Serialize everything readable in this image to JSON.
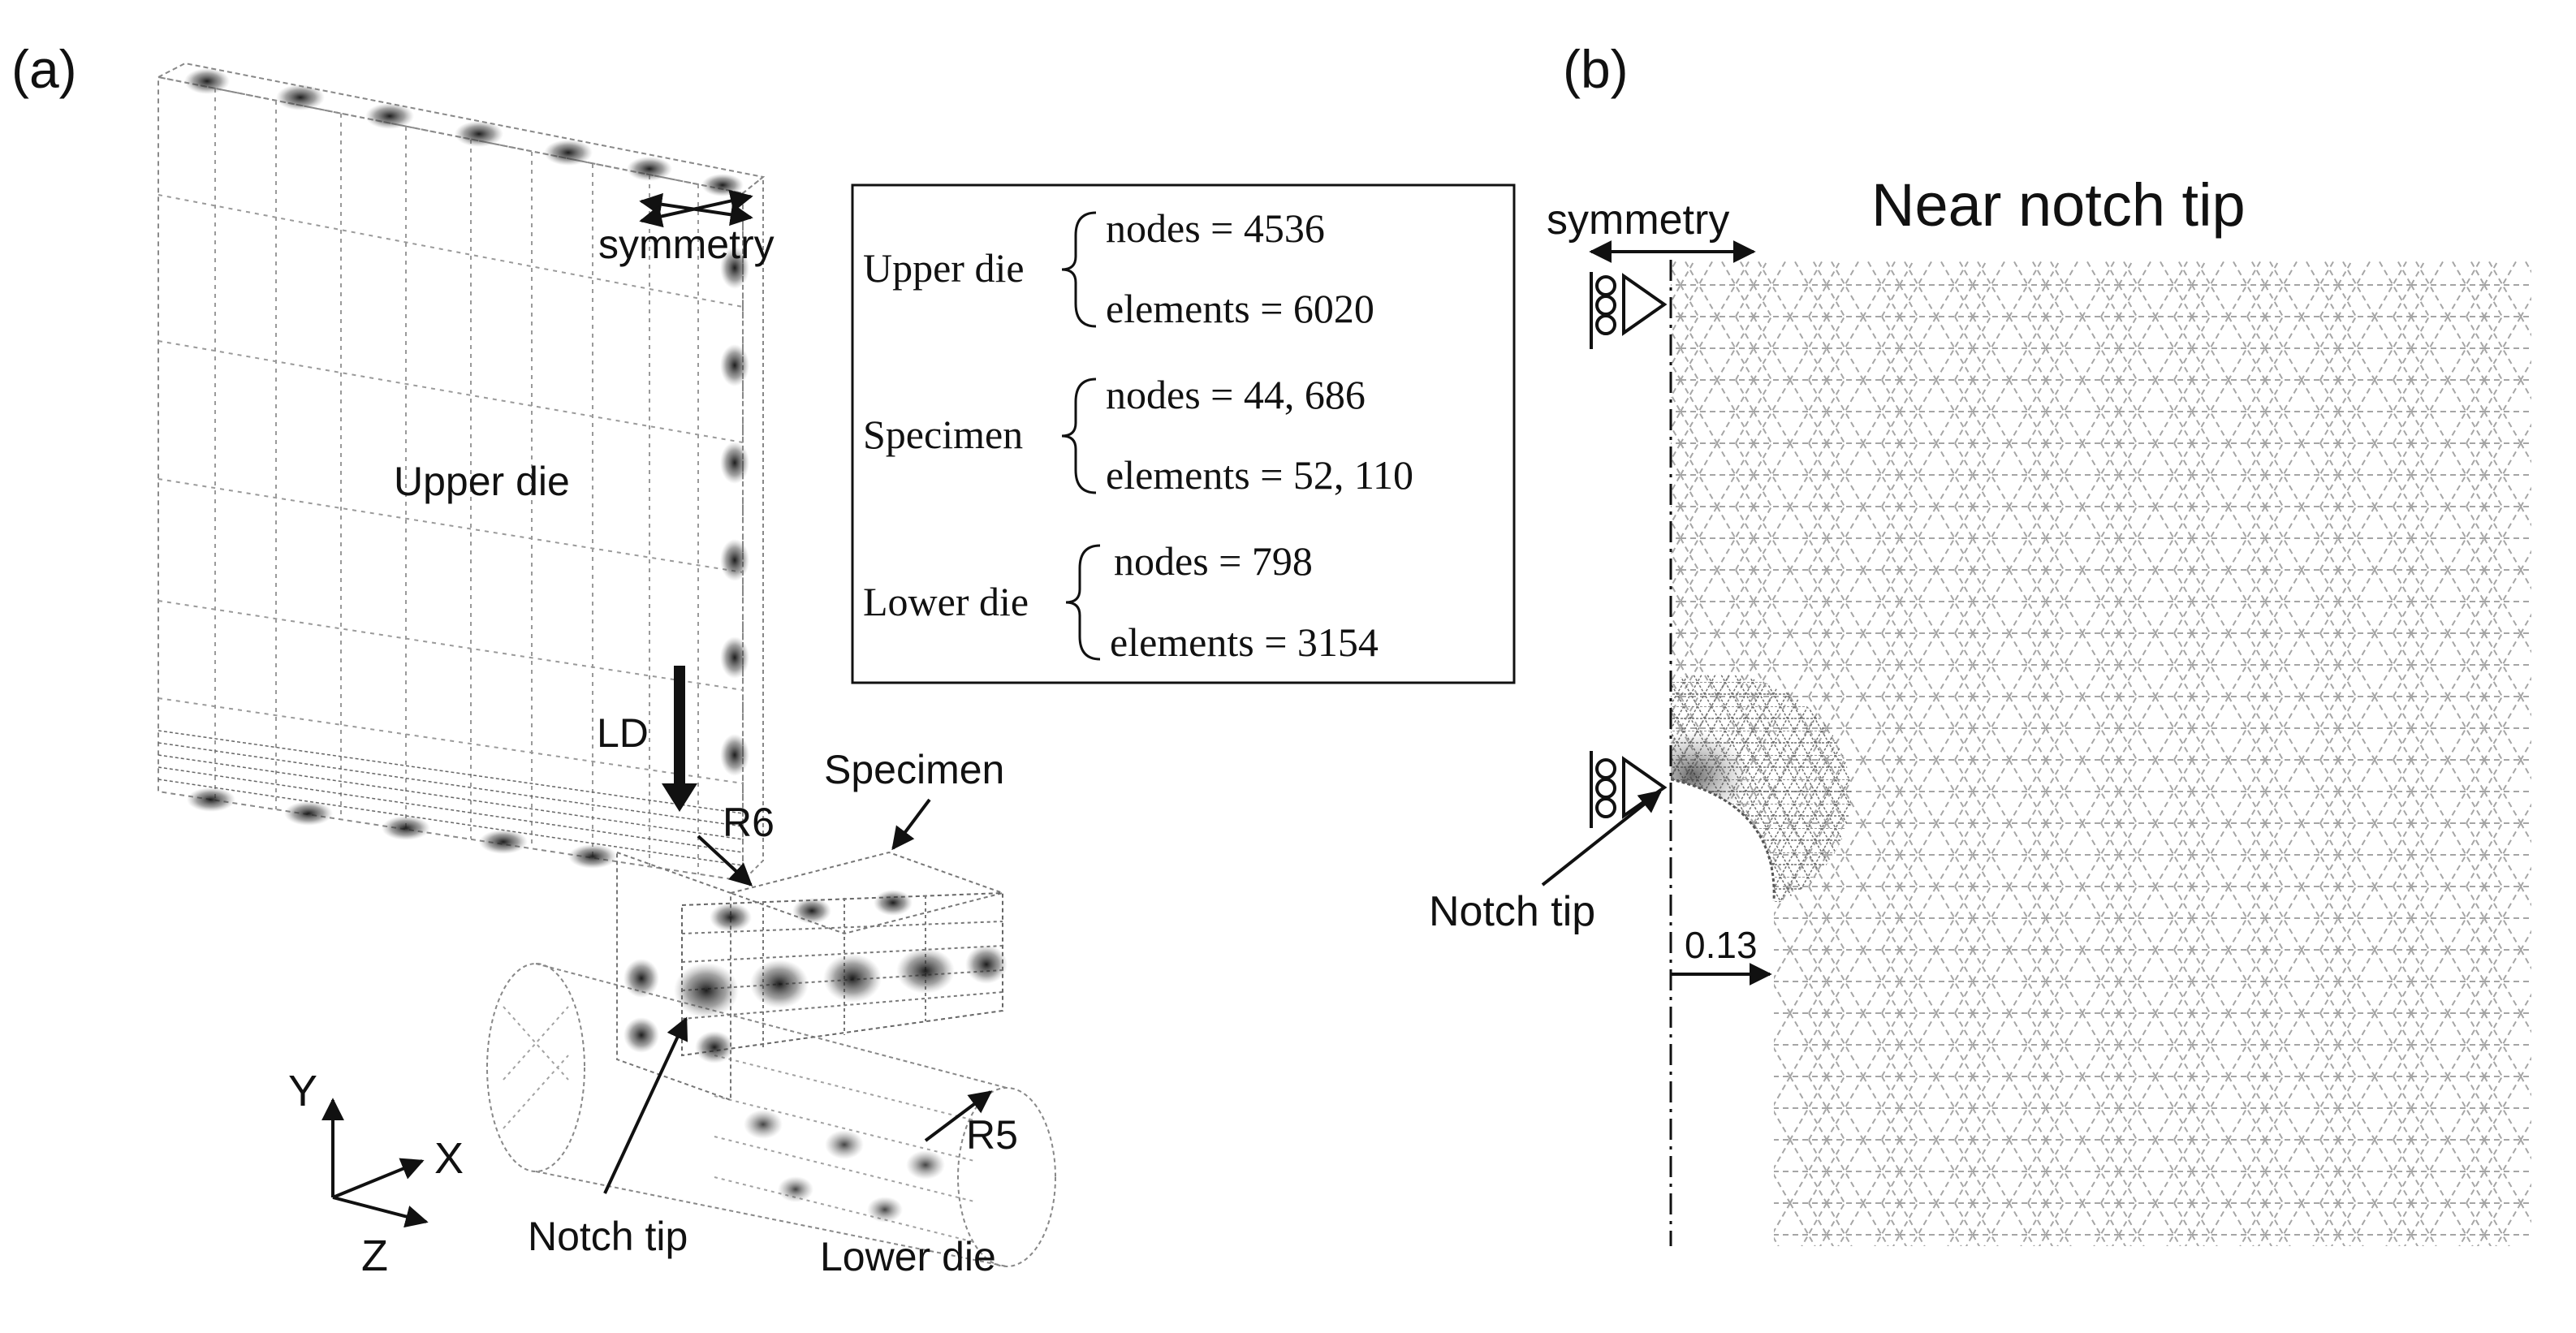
{
  "panels": {
    "a": {
      "tag": "(a)",
      "labels": {
        "symmetry": "symmetry",
        "upper_die": "Upper die",
        "ld": "LD",
        "specimen": "Specimen",
        "r6": "R6",
        "r5": "R5",
        "notch_tip": "Notch tip",
        "lower_die": "Lower die"
      },
      "axes": {
        "y": "Y",
        "x": "X",
        "z": "Z"
      },
      "mesh_table": [
        {
          "part": "Upper die",
          "nodes": "nodes = 4536",
          "elements": "elements = 6020"
        },
        {
          "part": "Specimen",
          "nodes": "nodes = 44, 686",
          "elements": "elements = 52, 110"
        },
        {
          "part": "Lower die",
          "nodes": "nodes = 798",
          "elements": "elements = 3154"
        }
      ]
    },
    "b": {
      "tag": "(b)",
      "title": "Near notch tip",
      "labels": {
        "symmetry": "symmetry",
        "notch_tip": "Notch tip",
        "dimension": "0.13"
      }
    }
  },
  "colors": {
    "ink": "#111111",
    "mesh": "#9a9a9a",
    "mesh_dense": "#2b2b2b"
  }
}
